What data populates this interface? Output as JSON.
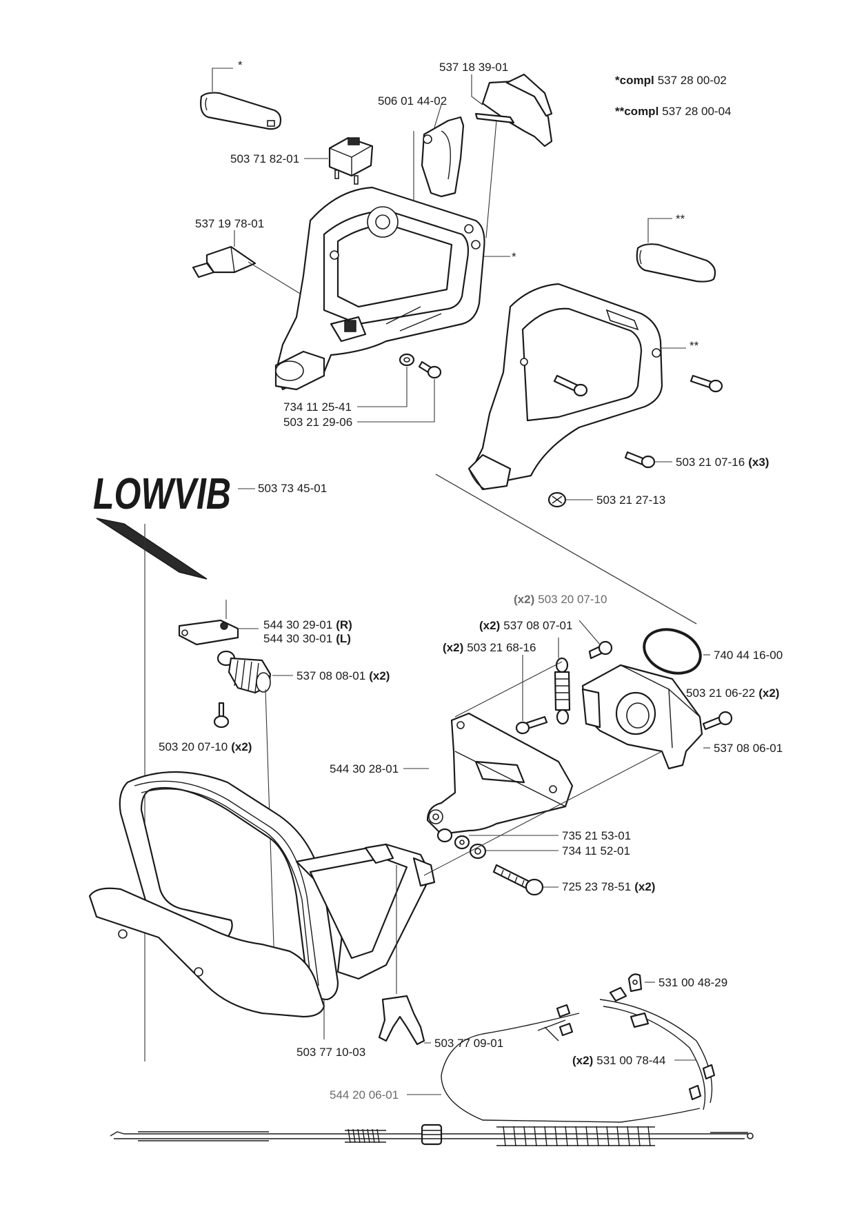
{
  "compl": [
    {
      "prefix": "*compl",
      "number": "537 28 00-02"
    },
    {
      "prefix": "**compl",
      "number": "537 28 00-04"
    }
  ],
  "markers": {
    "single": "*",
    "double": "**"
  },
  "logo": {
    "text": "LOWVIB"
  },
  "parts": [
    {
      "number": "537 18 39-01"
    },
    {
      "number": "506 01 44-02"
    },
    {
      "number": "503 71 82-01"
    },
    {
      "number": "537 19 78-01"
    },
    {
      "number": "734 11 25-41"
    },
    {
      "number": "503 21 29-06"
    },
    {
      "number": "503 21 07-16",
      "qty": "(x3)"
    },
    {
      "number": "503 21 27-13"
    },
    {
      "number": "503 73 45-01"
    },
    {
      "number": "544 30 29-01",
      "qty": "(R)"
    },
    {
      "number": "544 30 30-01",
      "qty": "(L)"
    },
    {
      "number": "537 08 08-01",
      "qty": "(x2)"
    },
    {
      "number": "503 20 07-10",
      "qty": "(x2)"
    },
    {
      "number": "503 20 07-10",
      "qty": "(x2)"
    },
    {
      "number": "537 08 07-01",
      "qty": "(x2)"
    },
    {
      "number": "503 21 68-16",
      "qty": "(x2)"
    },
    {
      "number": "740 44 16-00"
    },
    {
      "number": "503 21 06-22",
      "qty": "(x2)"
    },
    {
      "number": "537 08 06-01"
    },
    {
      "number": "544 30 28-01"
    },
    {
      "number": "735 21 53-01"
    },
    {
      "number": "734 11 52-01"
    },
    {
      "number": "725 23 78-51",
      "qty": "(x2)"
    },
    {
      "number": "531 00 48-29"
    },
    {
      "number": "531 00 78-44",
      "qty": "(x2)"
    },
    {
      "number": "503 77 09-01"
    },
    {
      "number": "503 77 10-03"
    },
    {
      "number": "544 20 06-01"
    }
  ]
}
